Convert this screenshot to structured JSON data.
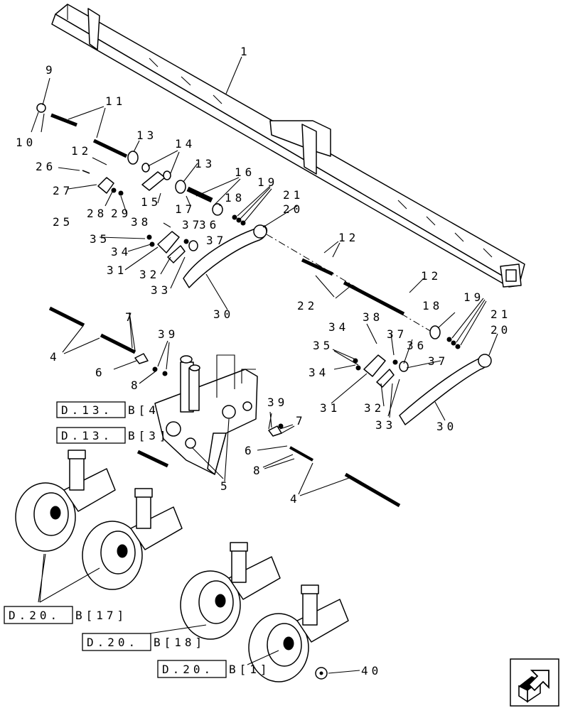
{
  "callouts": [
    {
      "id": "c1",
      "text": "1"
    },
    {
      "id": "c9",
      "text": "9"
    },
    {
      "id": "c10",
      "text": "10"
    },
    {
      "id": "c11",
      "text": "11"
    },
    {
      "id": "c12a",
      "text": "12"
    },
    {
      "id": "c13a",
      "text": "13"
    },
    {
      "id": "c14",
      "text": "14"
    },
    {
      "id": "c13b",
      "text": "13"
    },
    {
      "id": "c16",
      "text": "16"
    },
    {
      "id": "c26",
      "text": "26"
    },
    {
      "id": "c27",
      "text": "27"
    },
    {
      "id": "c15",
      "text": "15"
    },
    {
      "id": "c17",
      "text": "17"
    },
    {
      "id": "c18a",
      "text": "18"
    },
    {
      "id": "c19a",
      "text": "19"
    },
    {
      "id": "c21a",
      "text": "21"
    },
    {
      "id": "c20a",
      "text": "20"
    },
    {
      "id": "c25",
      "text": "25"
    },
    {
      "id": "c28",
      "text": "28"
    },
    {
      "id": "c29",
      "text": "29"
    },
    {
      "id": "c38a",
      "text": "38"
    },
    {
      "id": "c37a",
      "text": "37"
    },
    {
      "id": "c36a",
      "text": "36"
    },
    {
      "id": "c37b",
      "text": "37"
    },
    {
      "id": "c35a",
      "text": "35"
    },
    {
      "id": "c34a",
      "text": "34"
    },
    {
      "id": "c31a",
      "text": "31"
    },
    {
      "id": "c32a",
      "text": "32"
    },
    {
      "id": "c33a",
      "text": "33"
    },
    {
      "id": "c30a",
      "text": "30"
    },
    {
      "id": "c12b",
      "text": "12"
    },
    {
      "id": "c12c",
      "text": "12"
    },
    {
      "id": "c22",
      "text": "22"
    },
    {
      "id": "c18b",
      "text": "18"
    },
    {
      "id": "c19b",
      "text": "19"
    },
    {
      "id": "c21b",
      "text": "21"
    },
    {
      "id": "c20b",
      "text": "20"
    },
    {
      "id": "c7a",
      "text": "7"
    },
    {
      "id": "c39a",
      "text": "39"
    },
    {
      "id": "c38b",
      "text": "38"
    },
    {
      "id": "c34b",
      "text": "34"
    },
    {
      "id": "c37c",
      "text": "37"
    },
    {
      "id": "c35b",
      "text": "35"
    },
    {
      "id": "c36b",
      "text": "36"
    },
    {
      "id": "c37d",
      "text": "37"
    },
    {
      "id": "c34c",
      "text": "34"
    },
    {
      "id": "c4a",
      "text": "4"
    },
    {
      "id": "c6a",
      "text": "6"
    },
    {
      "id": "c8a",
      "text": "8"
    },
    {
      "id": "c31b",
      "text": "31"
    },
    {
      "id": "c32b",
      "text": "32"
    },
    {
      "id": "c33b",
      "text": "33"
    },
    {
      "id": "c30b",
      "text": "30"
    },
    {
      "id": "c39b",
      "text": "39"
    },
    {
      "id": "c7b",
      "text": "7"
    },
    {
      "id": "c6b",
      "text": "6"
    },
    {
      "id": "c8b",
      "text": "8"
    },
    {
      "id": "c5",
      "text": "5"
    },
    {
      "id": "c4b",
      "text": "4"
    },
    {
      "id": "c40",
      "text": "40"
    }
  ],
  "references": [
    {
      "id": "ref1",
      "box": "D.13.",
      "rest": "B[4"
    },
    {
      "id": "ref2",
      "box": "D.13.",
      "rest": "B[3]"
    },
    {
      "id": "ref3",
      "box": "D.20.",
      "rest": "B[17]"
    },
    {
      "id": "ref4",
      "box": "D.20.",
      "rest": "B[18]"
    },
    {
      "id": "ref5",
      "box": "D.20.",
      "rest": "B[1]"
    }
  ],
  "nav": {
    "icon": "next-page-arrow-icon"
  }
}
